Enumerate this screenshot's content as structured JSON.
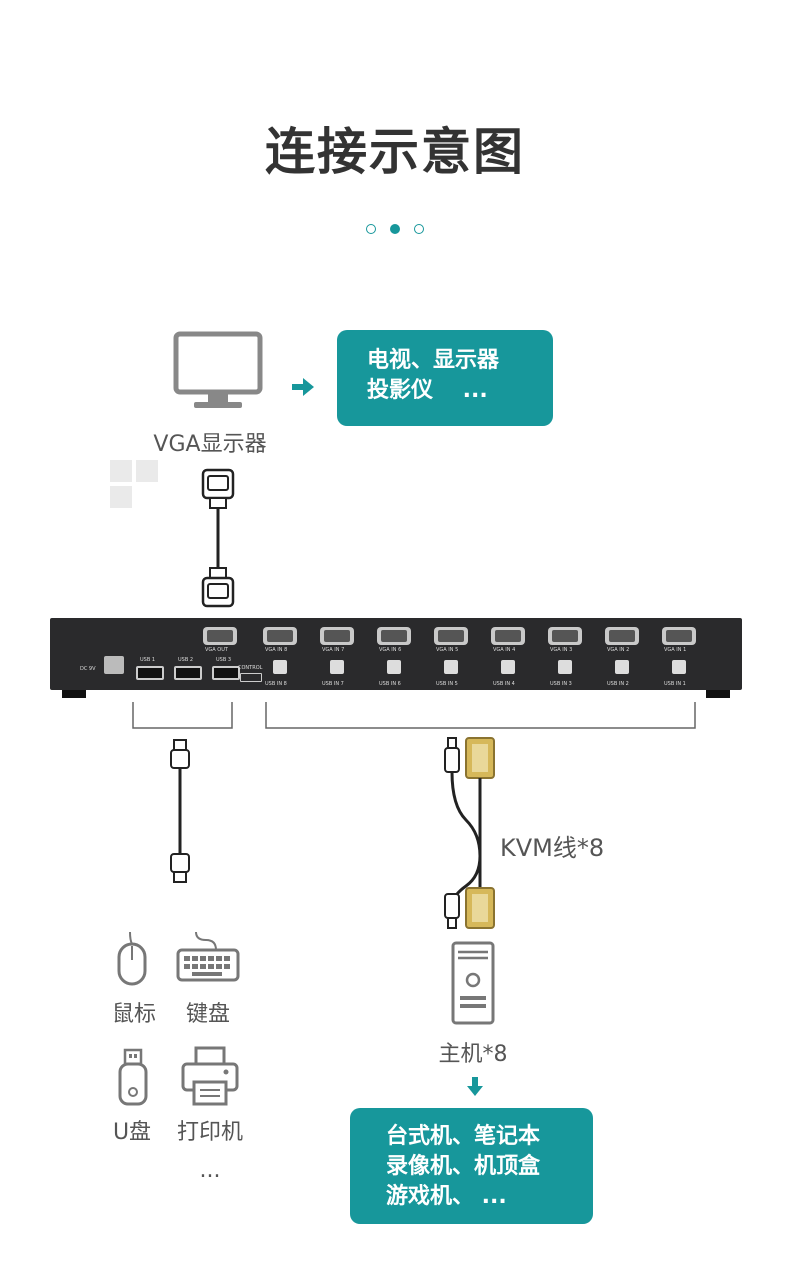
{
  "title": "连接示意图",
  "pagination": {
    "count": 3,
    "active": 1
  },
  "colors": {
    "accent": "#17979b",
    "device": "#2a2a2c",
    "text": "#555555"
  },
  "monitor": {
    "label": "VGA显示器",
    "arrow": "right-arrow-icon"
  },
  "display_box": {
    "line1": "电视、显示器",
    "line2": "投影仪　 ..."
  },
  "device": {
    "dc_label": "DC 9V",
    "usb_labels": [
      "USB 1",
      "USB 2",
      "USB 3"
    ],
    "control_label": "CONTROL",
    "vga_out_label": "VGA  OUT",
    "vga_in_labels": [
      "VGA IN 8",
      "VGA IN 7",
      "VGA IN 6",
      "VGA IN 5",
      "VGA IN 4",
      "VGA IN 3",
      "VGA IN 2",
      "VGA IN 1"
    ],
    "usb_in_labels": [
      "USB IN 8",
      "USB IN 7",
      "USB IN 6",
      "USB IN 5",
      "USB IN 4",
      "USB IN 3",
      "USB IN 2",
      "USB IN 1"
    ]
  },
  "kvm_cable": {
    "label": "KVM线*8"
  },
  "peripherals": {
    "mouse": "鼠标",
    "keyboard": "键盘",
    "udisk": "U盘",
    "printer": "打印机",
    "more": "..."
  },
  "host": {
    "label": "主机*8"
  },
  "host_box": {
    "line1": "台式机、笔记本",
    "line2": "录像机、机顶盒",
    "line3": "游戏机、 ..."
  }
}
